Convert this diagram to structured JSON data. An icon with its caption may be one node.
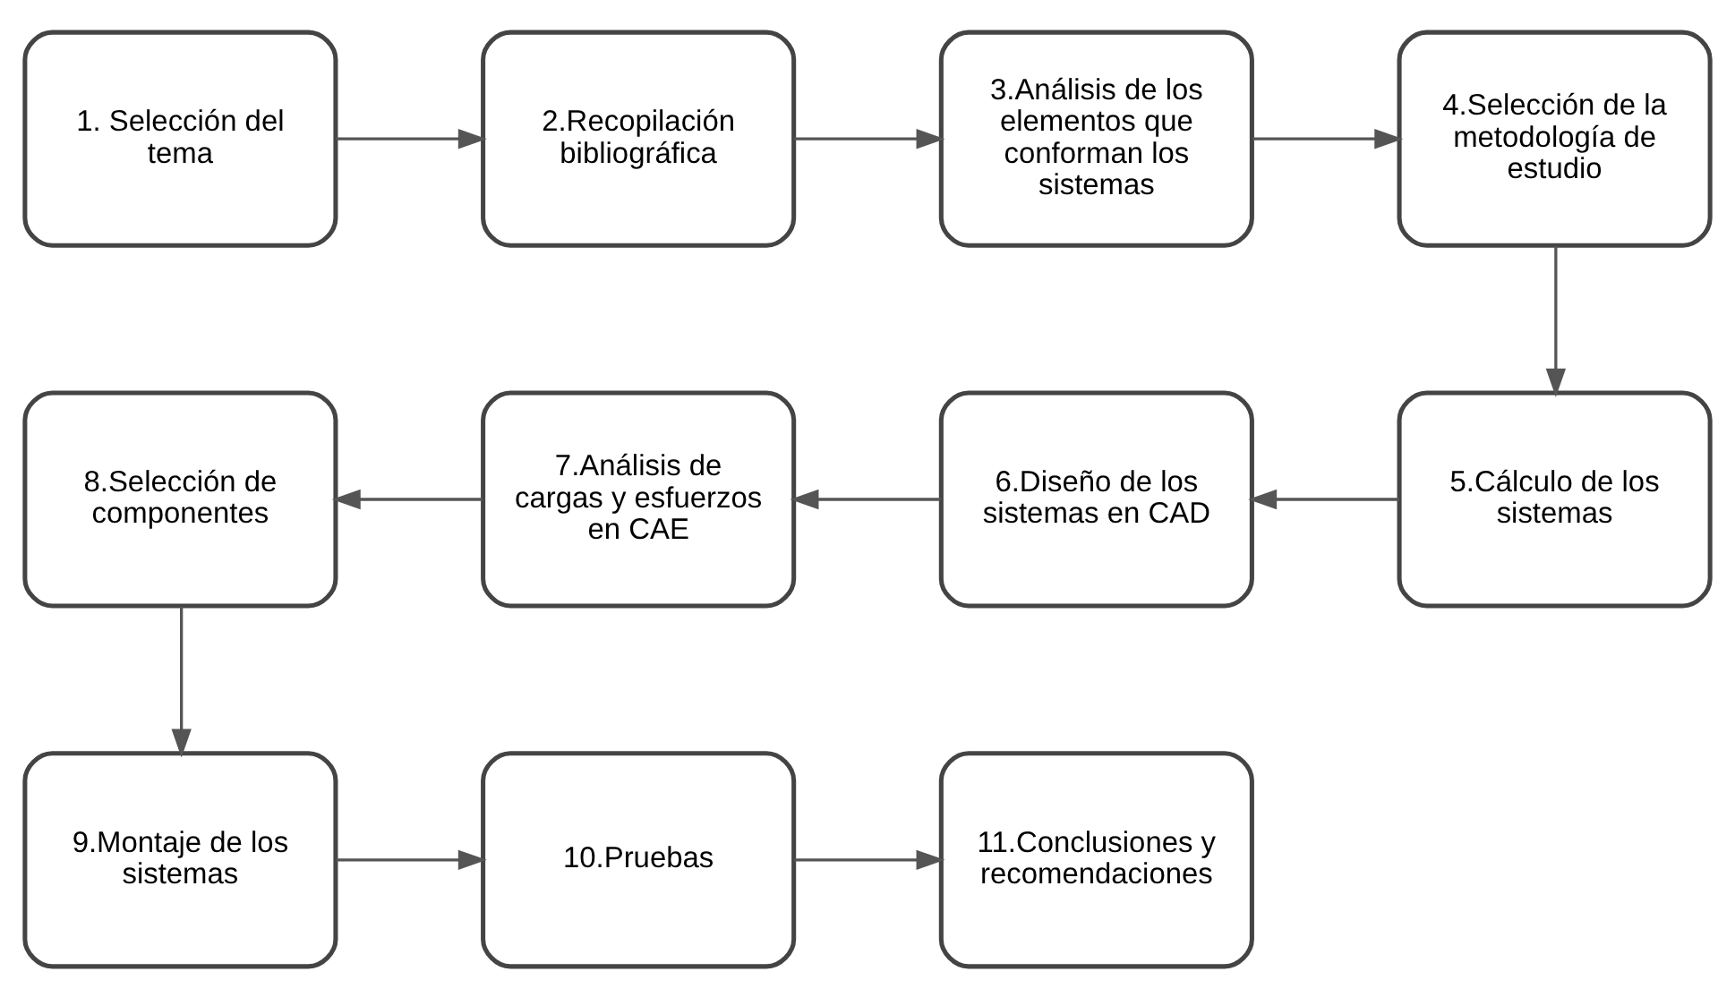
{
  "diagram": {
    "nodes": [
      {
        "text": [
          "1. Selección del tema"
        ]
      },
      {
        "text": [
          "2.Recopilación bibliográfica"
        ]
      },
      {
        "text": [
          "3.Análisis de los elementos que conforman los sistemas"
        ]
      },
      {
        "text": [
          "4.Selección de la metodología de estudio"
        ]
      },
      {
        "text": [
          "8.Selección de componentes"
        ]
      },
      {
        "text": [
          "7.Análisis de cargas y esfuerzos en CAE"
        ]
      },
      {
        "text": [
          "6.Diseño de los sistemas en CAD"
        ]
      },
      {
        "text": [
          "5.Cálculo de los sistemas"
        ]
      },
      {
        "text": [
          "9.Montaje de los sistemas"
        ]
      },
      {
        "text": [
          "10.Pruebas"
        ]
      },
      {
        "text": [
          "11.Conclusiones y recomendaciones"
        ]
      }
    ],
    "edges": [
      {
        "from": 0,
        "to": 1,
        "arrow": "to"
      },
      {
        "from": 1,
        "to": 2,
        "arrow": "to"
      },
      {
        "from": 2,
        "to": 3,
        "arrow": "to"
      },
      {
        "from": 3,
        "to": 7,
        "arrow": "to"
      },
      {
        "from": 7,
        "to": 6,
        "arrow": "to"
      },
      {
        "from": 6,
        "to": 5,
        "arrow": "to"
      },
      {
        "from": 5,
        "to": 4,
        "arrow": "to"
      },
      {
        "from": 4,
        "to": 8,
        "arrow": "to"
      },
      {
        "from": 8,
        "to": 9,
        "arrow": "to"
      },
      {
        "from": 9,
        "to": 10,
        "arrow": "to"
      }
    ]
  }
}
